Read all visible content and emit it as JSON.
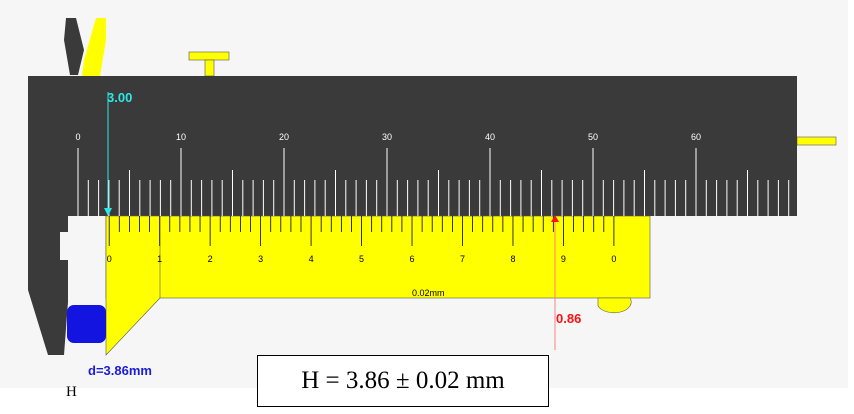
{
  "main_scale": {
    "labels": [
      "0",
      "10",
      "20",
      "30",
      "40",
      "50",
      "60"
    ],
    "reading_label": "3.00",
    "reading_mm": 3.0,
    "color_reading": "#2fe6e6"
  },
  "vernier_scale": {
    "labels": [
      "0",
      "1",
      "2",
      "3",
      "4",
      "5",
      "6",
      "7",
      "8",
      "9",
      "0"
    ],
    "least_count_label": "0.02mm",
    "reading_label": "0.86",
    "aligned_division": 43,
    "color_reading": "#ff1010"
  },
  "measurement_label": "d=3.86mm",
  "result_text": "H = 3.86 ± 0.02 mm",
  "object_label": "H",
  "colors": {
    "main_body": "#3a3a3a",
    "vernier": "#ffff00",
    "object": "#1414e0",
    "tick": "#ffffff"
  }
}
